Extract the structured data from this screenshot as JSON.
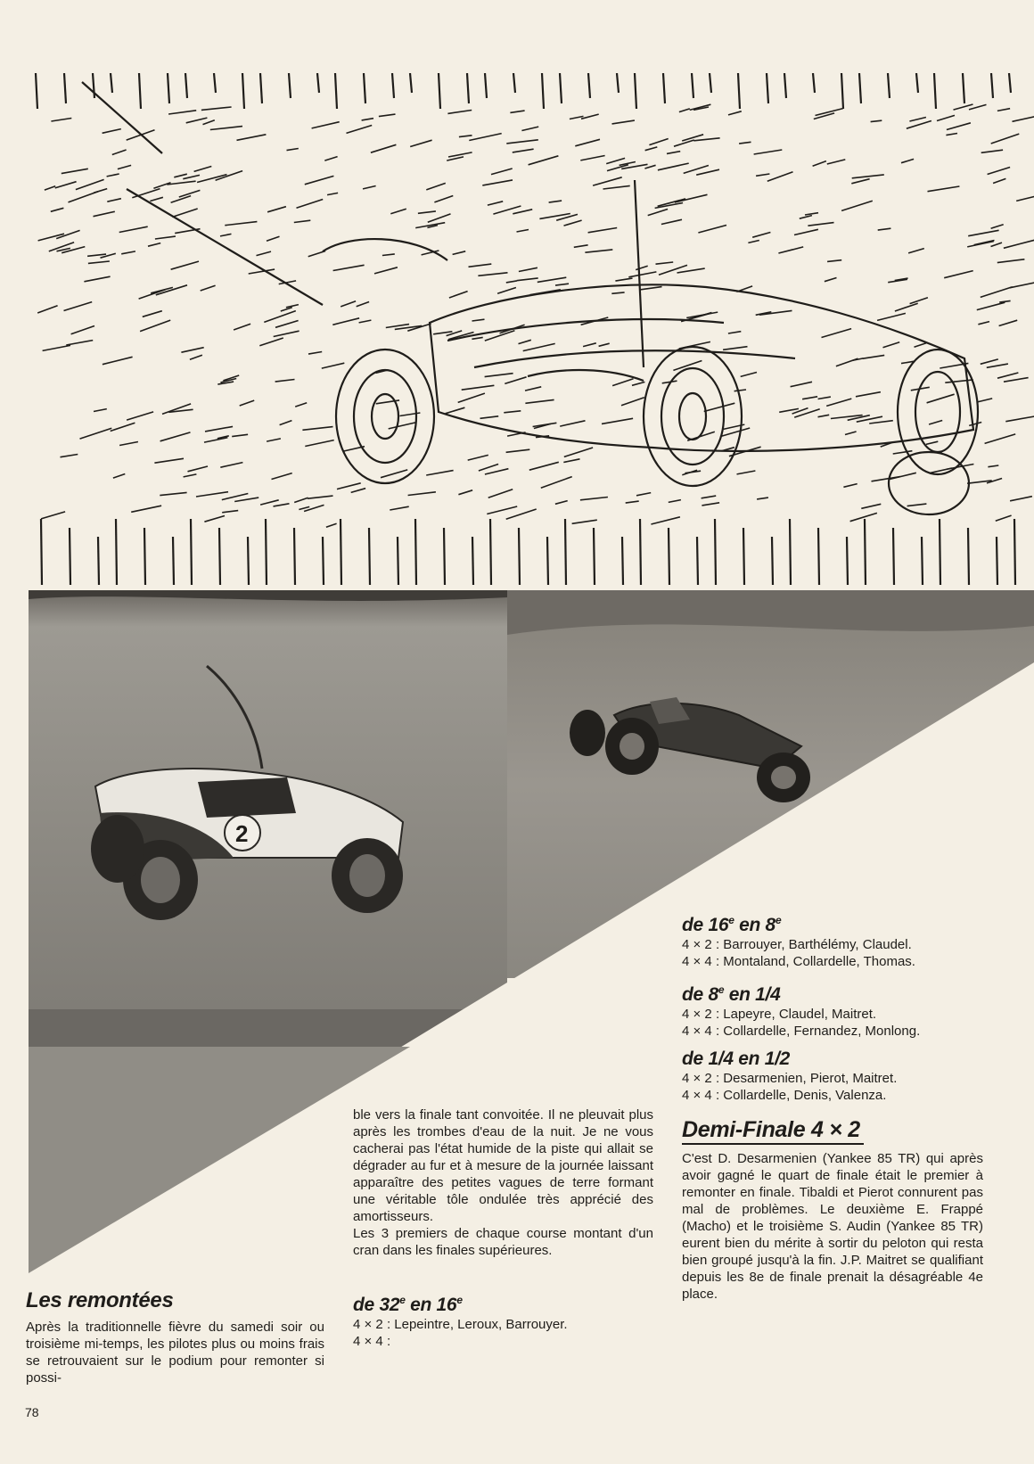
{
  "page": {
    "number": "78"
  },
  "illustration": {
    "description_icon": "rc-buggy-sketch",
    "car_number": "2"
  },
  "left_column": {
    "heading": "Les remontées",
    "text": "Après la traditionnelle fièvre du samedi soir ou troisième mi-temps, les pilotes plus ou moins frais se retrouvaient sur le podium pour remonter si possi-"
  },
  "middle_column": {
    "text1": "ble vers la finale tant convoitée. Il ne pleuvait plus après les trombes d'eau de la nuit. Je ne vous cacherai pas l'état humide de la piste qui allait se dégrader au fur et à mesure de la journée laissant apparaître des petites vagues de terre formant une véritable tôle ondulée très apprécié des amortisseurs.",
    "text2": "Les 3 premiers de chaque course montant d'un cran dans les finales supérieures.",
    "round": {
      "title_a": "de 32",
      "title_sup1": "e",
      "title_b": " en 16",
      "title_sup2": "e",
      "line1": "4 × 2 : Lepeintre, Leroux, Barrouyer.",
      "line2": "4 × 4 :"
    }
  },
  "right_column": {
    "rounds": [
      {
        "title_a": "de 16",
        "sup1": "e",
        "title_b": " en 8",
        "sup2": "e",
        "line1": "4 × 2 : Barrouyer, Barthélémy, Claudel.",
        "line2": "4 × 4 : Montaland, Collardelle, Thomas."
      },
      {
        "title_a": "de 8",
        "sup1": "e",
        "title_b": " en 1/4",
        "sup2": "",
        "line1": "4 × 2 : Lapeyre, Claudel, Maitret.",
        "line2": "4 × 4 : Collardelle, Fernandez, Monlong."
      },
      {
        "title_a": "de 1/4 en 1/2",
        "sup1": "",
        "title_b": "",
        "sup2": "",
        "line1": "4 × 2 : Desarmenien, Pierot, Maitret.",
        "line2": "4 × 4 : Collardelle, Denis, Valenza."
      }
    ],
    "demi_heading": "Demi-Finale 4 × 2",
    "demi_text": "C'est D. Desarmenien (Yankee 85 TR) qui après avoir gagné le quart de finale était le premier à remonter en finale. Tibaldi et Pierot connurent pas mal de problèmes. Le deuxième E. Frappé (Macho) et le troisième S. Audin (Yankee 85 TR) eurent bien du mérite à sortir du peloton qui resta bien groupé jusqu'à la fin. J.P. Maitret se qualifiant depuis les 8e de finale prenait la désagréable 4e place."
  },
  "colors": {
    "paper": "#f4efe4",
    "ink": "#1f1d1a",
    "photo_gray": "#8c8a84"
  }
}
